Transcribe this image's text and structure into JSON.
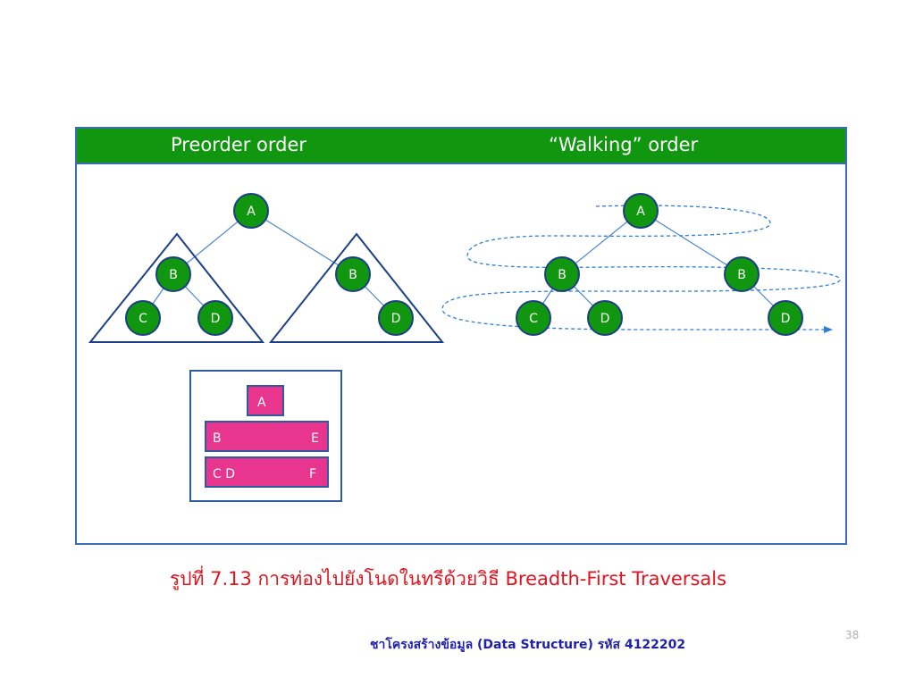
{
  "colors": {
    "frame": "#3b6db3",
    "header_bg": "#11960f",
    "node_fill": "#11960f",
    "node_stroke": "#1b3f86",
    "edge": "#4a86c8",
    "box_fill": "#e8358e",
    "box_stroke": "#2d5aa0",
    "caption": "#e0141e",
    "footer": "#1f1fa8"
  },
  "header": {
    "left_title": "Preorder order",
    "right_title": "“Walking” order"
  },
  "left_tree": {
    "nodes": [
      "A",
      "B",
      "C",
      "D",
      "B",
      "D"
    ]
  },
  "queue_boxes": [
    {
      "left": "A",
      "right": ""
    },
    {
      "left": "B",
      "right": "E"
    },
    {
      "left": "C D",
      "right": "F"
    }
  ],
  "right_tree": {
    "nodes": [
      "A",
      "B",
      "B",
      "C",
      "D",
      "D"
    ]
  },
  "caption": "รูปที่ 7.13 การท่องไปยังโนดในทรีด้วยวิธี Breadth-First Traversals",
  "footer": "ชาโครงสร้างข้อมูล (Data Structure) รหัส 4122202",
  "page_number": "38"
}
